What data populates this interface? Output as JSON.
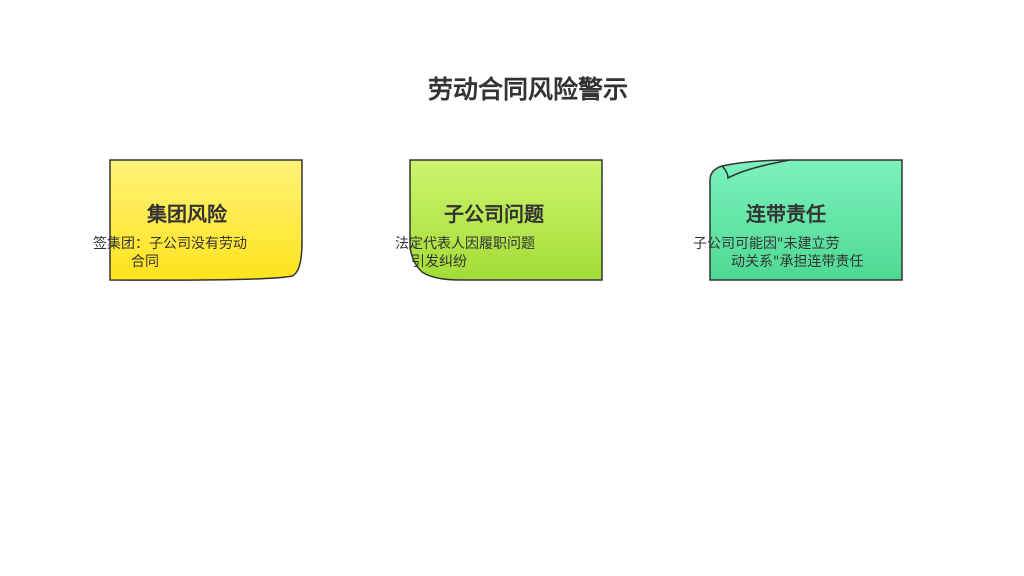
{
  "title": "劳动合同风险警示",
  "cards": [
    {
      "heading": "集团风险",
      "body_line1": "签集团：子公司没有劳动",
      "body_line2": "合同",
      "fill_top": "#fff27a",
      "fill_bottom": "#ffe31c"
    },
    {
      "heading": "子公司问题",
      "body_line1": "法定代表人因履职问题",
      "body_line2": "引发纠纷",
      "fill_top": "#cdf56e",
      "fill_bottom": "#a2dc36"
    },
    {
      "heading": "连带责任",
      "body_line1": "子公司可能因\"未建立劳",
      "body_line2": "动关系\"承担连带责任",
      "fill_top": "#7cf2bd",
      "fill_bottom": "#4ed992"
    }
  ]
}
